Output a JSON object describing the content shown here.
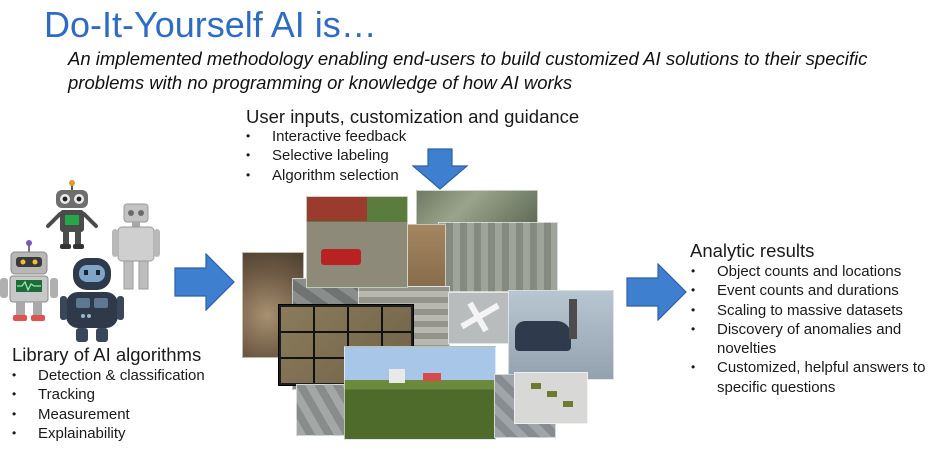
{
  "title": "Do-It-Yourself AI is…",
  "subtitle": "An implemented methodology enabling end-users to build customized AI solutions to their specific problems with no programming or knowledge of how AI works",
  "user_inputs": {
    "heading": "User inputs, customization and guidance",
    "items": [
      "Interactive feedback",
      "Selective labeling",
      "Algorithm selection"
    ]
  },
  "library": {
    "heading": "Library of AI algorithms",
    "items": [
      "Detection & classification",
      "Tracking",
      "Measurement",
      "Explainability"
    ]
  },
  "analytic": {
    "heading": "Analytic results",
    "items": [
      "Object counts and locations",
      "Event counts and durations",
      "Scaling to massive datasets",
      "Discovery of anomalies and novelties",
      "Customized, helpful answers to specific questions"
    ]
  },
  "colors": {
    "title": "#2e6cc4",
    "arrow": "#3f7fd0",
    "arrow_edge": "#2d5fa3"
  },
  "icons": [
    "robot-icon",
    "arrow-down-icon",
    "arrow-right-icon"
  ]
}
